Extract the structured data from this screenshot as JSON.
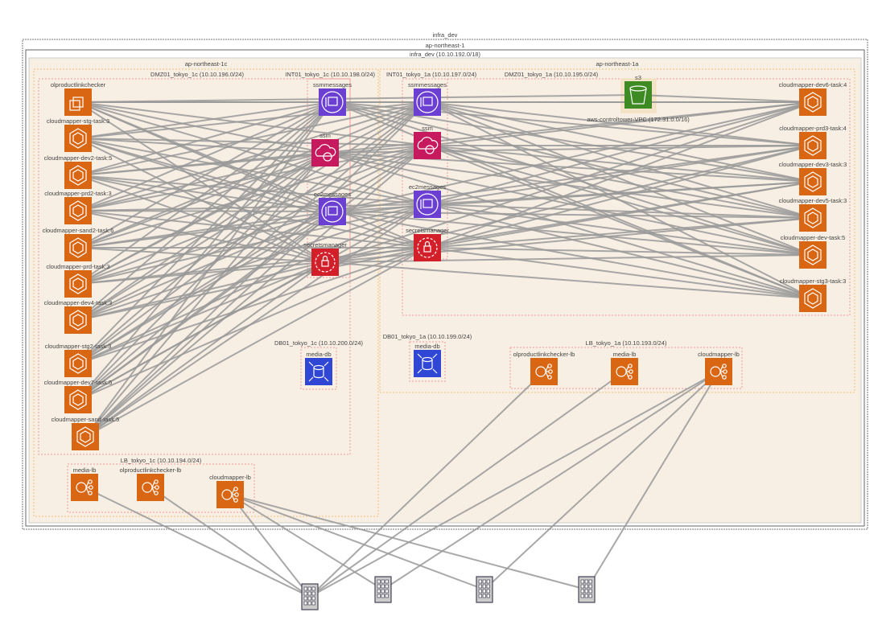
{
  "colors": {
    "compute": "#d86613",
    "ssm_messages": "#6b3fd1",
    "ssm": "#c7195d",
    "secrets": "#d31f2a",
    "s3": "#3d8b22",
    "db": "#3047d6",
    "edge": "#999999",
    "region_fill": "#f8efe4"
  },
  "containers": [
    {
      "id": "acct",
      "label": "infra_dev",
      "style": "account"
    },
    {
      "id": "region",
      "label": "ap-northeast-1",
      "style": "region"
    },
    {
      "id": "vpc",
      "label": "infra_dev (10.10.192.0/18)",
      "style": "vpc"
    },
    {
      "id": "az1c",
      "label": "ap-northeast-1c",
      "style": "az"
    },
    {
      "id": "az1a",
      "label": "ap-northeast-1a",
      "style": "az"
    },
    {
      "id": "dmz1c",
      "label": "DMZ01_tokyo_1c (10.10.196.0/24)",
      "style": "subnet"
    },
    {
      "id": "int1c",
      "label": "INT01_tokyo_1c (10.10.198.0/24)",
      "style": "subnet"
    },
    {
      "id": "int1a",
      "label": "INT01_tokyo_1a (10.10.197.0/24)",
      "style": "subnet"
    },
    {
      "id": "dmz1a",
      "label": "DMZ01_tokyo_1a (10.10.195.0/24)",
      "style": "subnet"
    },
    {
      "id": "ctvpc",
      "label": "aws-controltower-VPC (172.31.0.0/16)",
      "style": "vpcsmall"
    },
    {
      "id": "db1c",
      "label": "DB01_tokyo_1c (10.10.200.0/24)",
      "style": "subnet"
    },
    {
      "id": "db1a",
      "label": "DB01_tokyo_1a (10.10.199.0/24)",
      "style": "subnet"
    },
    {
      "id": "lb1a",
      "label": "LB_tokyo_1a (10.10.193.0/24)",
      "style": "subnet"
    },
    {
      "id": "lb1c",
      "label": "LB_tokyo_1c (10.10.194.0/24)",
      "style": "subnet"
    }
  ],
  "nodes": [
    {
      "id": "L0",
      "label": "olproductlinkchecker",
      "type": "ec2"
    },
    {
      "id": "L1",
      "label": "cloudmapper-stg-task:3",
      "type": "ecs"
    },
    {
      "id": "L2",
      "label": "cloudmapper-dev2-task:5",
      "type": "ecs"
    },
    {
      "id": "L3",
      "label": "cloudmapper-prd2-task:3",
      "type": "ecs"
    },
    {
      "id": "L4",
      "label": "cloudmapper-sand2-task:6",
      "type": "ecs"
    },
    {
      "id": "L5",
      "label": "cloudmapper-prd-task:3",
      "type": "ecs"
    },
    {
      "id": "L6",
      "label": "cloudmapper-dev4-task:3",
      "type": "ecs"
    },
    {
      "id": "L7",
      "label": "cloudmapper-stg2-task:3",
      "type": "ecs"
    },
    {
      "id": "L8",
      "label": "cloudmapper-dev7-task:5",
      "type": "ecs"
    },
    {
      "id": "L9",
      "label": "cloudmapper-sand-task:5",
      "type": "ecs"
    },
    {
      "id": "E0",
      "label": "ssmmessages",
      "type": "ssmmessages"
    },
    {
      "id": "E1",
      "label": "ssm",
      "type": "ssm"
    },
    {
      "id": "E2",
      "label": "ec2messages",
      "type": "ssmmessages"
    },
    {
      "id": "E3",
      "label": "secretsmanager",
      "type": "secrets"
    },
    {
      "id": "F0",
      "label": "ssmmessages",
      "type": "ssmmessages"
    },
    {
      "id": "F1",
      "label": "ssm",
      "type": "ssm"
    },
    {
      "id": "F2",
      "label": "ec2messages",
      "type": "ssmmessages"
    },
    {
      "id": "F3",
      "label": "secretsmanager",
      "type": "secrets"
    },
    {
      "id": "S3",
      "label": "s3",
      "type": "s3"
    },
    {
      "id": "R0",
      "label": "cloudmapper-dev6-task:4",
      "type": "ecs"
    },
    {
      "id": "R1",
      "label": "cloudmapper-prd3-task:4",
      "type": "ecs"
    },
    {
      "id": "R2",
      "label": "cloudmapper-dev3-task:3",
      "type": "ecs"
    },
    {
      "id": "R3",
      "label": "cloudmapper-dev5-task:3",
      "type": "ecs"
    },
    {
      "id": "R4",
      "label": "cloudmapper-dev-task:5",
      "type": "ecs"
    },
    {
      "id": "R5",
      "label": "cloudmapper-stg3-task:3",
      "type": "ecs"
    },
    {
      "id": "D0",
      "label": "media-db",
      "type": "rds"
    },
    {
      "id": "D1",
      "label": "media-db",
      "type": "rds"
    },
    {
      "id": "B0",
      "label": "olproductlinkchecker-lb",
      "type": "elb"
    },
    {
      "id": "B1",
      "label": "media-lb",
      "type": "elb"
    },
    {
      "id": "B2",
      "label": "cloudmapper-lb",
      "type": "elb"
    },
    {
      "id": "C0",
      "label": "media-lb",
      "type": "elb"
    },
    {
      "id": "C1",
      "label": "olproductlinkchecker-lb",
      "type": "elb"
    },
    {
      "id": "C2",
      "label": "cloudmapper-lb",
      "type": "elb"
    },
    {
      "id": "X0",
      "label": "",
      "type": "building"
    },
    {
      "id": "X1",
      "label": "",
      "type": "building"
    },
    {
      "id": "X2",
      "label": "",
      "type": "building"
    },
    {
      "id": "X3",
      "label": "",
      "type": "building"
    }
  ],
  "connections": [
    {
      "from": [
        "L0",
        "L1",
        "L2",
        "L3",
        "L4",
        "L5",
        "L6",
        "L7",
        "L8",
        "L9",
        "R0",
        "R1",
        "R2",
        "R3",
        "R4",
        "R5"
      ],
      "to": [
        "E0",
        "E1",
        "E2",
        "E3",
        "F0",
        "F1",
        "F2",
        "F3"
      ]
    },
    {
      "from": [
        "L0",
        "R0"
      ],
      "to": [
        "S3"
      ]
    },
    {
      "from": [
        "X0"
      ],
      "to": [
        "C0",
        "C1",
        "C2",
        "B0",
        "B1",
        "B2"
      ]
    },
    {
      "from": [
        "X1"
      ],
      "to": [
        "C2",
        "B2"
      ]
    },
    {
      "from": [
        "X2"
      ],
      "to": [
        "C2",
        "B2"
      ]
    },
    {
      "from": [
        "X3"
      ],
      "to": [
        "C2",
        "B2"
      ]
    }
  ]
}
